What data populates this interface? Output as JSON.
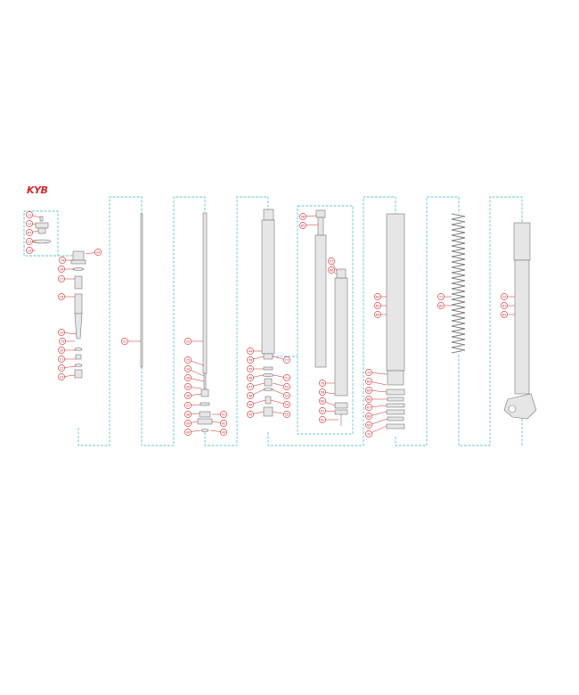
{
  "brand": {
    "logo_text": "KYB",
    "logo_color": "#d8262b"
  },
  "colors": {
    "guide": "#3bb3c3",
    "callout": "#d8262b",
    "part_fill": "#e6e6e6",
    "part_stroke": "#777777"
  },
  "callouts": [
    {
      "id": "c01",
      "label": "11"
    },
    {
      "id": "c02",
      "label": "12"
    },
    {
      "id": "c03",
      "label": "13"
    },
    {
      "id": "c04",
      "label": "14"
    },
    {
      "id": "c05",
      "label": "16"
    },
    {
      "id": "c06",
      "label": "17"
    },
    {
      "id": "c07",
      "label": "18"
    },
    {
      "id": "c08",
      "label": "19"
    },
    {
      "id": "c09",
      "label": "20"
    },
    {
      "id": "c10",
      "label": "21"
    },
    {
      "id": "c11",
      "label": "22"
    },
    {
      "id": "c12",
      "label": "23"
    },
    {
      "id": "c13",
      "label": "24"
    },
    {
      "id": "c14",
      "label": "31"
    },
    {
      "id": "c15",
      "label": "32"
    },
    {
      "id": "c16",
      "label": "33"
    },
    {
      "id": "c17",
      "label": "34"
    },
    {
      "id": "c18",
      "label": "35"
    },
    {
      "id": "c19",
      "label": "36"
    },
    {
      "id": "c20",
      "label": "37"
    },
    {
      "id": "c21",
      "label": "38"
    },
    {
      "id": "c22",
      "label": "39"
    },
    {
      "id": "c23",
      "label": "40"
    },
    {
      "id": "c24",
      "label": "41"
    },
    {
      "id": "c25",
      "label": "42"
    },
    {
      "id": "c26",
      "label": "43"
    },
    {
      "id": "c27",
      "label": "44"
    },
    {
      "id": "c28",
      "label": "45"
    },
    {
      "id": "c29",
      "label": "46"
    },
    {
      "id": "c30",
      "label": "47"
    },
    {
      "id": "c31",
      "label": "48"
    },
    {
      "id": "c32",
      "label": "49"
    },
    {
      "id": "c33",
      "label": "50"
    },
    {
      "id": "c34",
      "label": "51"
    },
    {
      "id": "c35",
      "label": "52"
    },
    {
      "id": "c36",
      "label": "53"
    },
    {
      "id": "c37",
      "label": "54"
    },
    {
      "id": "c38",
      "label": "55"
    },
    {
      "id": "c39",
      "label": "56"
    },
    {
      "id": "c40",
      "label": "57"
    },
    {
      "id": "c41",
      "label": "58"
    },
    {
      "id": "c42",
      "label": "60"
    },
    {
      "id": "c43",
      "label": "61"
    },
    {
      "id": "c44",
      "label": "62"
    },
    {
      "id": "c45",
      "label": "63"
    },
    {
      "id": "c46",
      "label": "64"
    },
    {
      "id": "c47",
      "label": "65"
    },
    {
      "id": "c48",
      "label": "66"
    },
    {
      "id": "c49",
      "label": "67"
    },
    {
      "id": "c50",
      "label": "68"
    },
    {
      "id": "c51",
      "label": "69"
    },
    {
      "id": "c52",
      "label": "70"
    },
    {
      "id": "c53",
      "label": "71"
    },
    {
      "id": "c54",
      "label": "72"
    },
    {
      "id": "c55",
      "label": "73"
    },
    {
      "id": "c56",
      "label": "74"
    },
    {
      "id": "c57",
      "label": "75"
    },
    {
      "id": "c58",
      "label": "76"
    },
    {
      "id": "c59",
      "label": "77"
    },
    {
      "id": "c60",
      "label": "78"
    },
    {
      "id": "c61",
      "label": "79"
    },
    {
      "id": "c62",
      "label": "80"
    },
    {
      "id": "c63",
      "label": "81"
    },
    {
      "id": "c64",
      "label": "82"
    },
    {
      "id": "c65",
      "label": "83"
    },
    {
      "id": "c66",
      "label": "84"
    },
    {
      "id": "c67",
      "label": "85"
    },
    {
      "id": "c68",
      "label": "86"
    },
    {
      "id": "c69",
      "label": "87"
    }
  ]
}
